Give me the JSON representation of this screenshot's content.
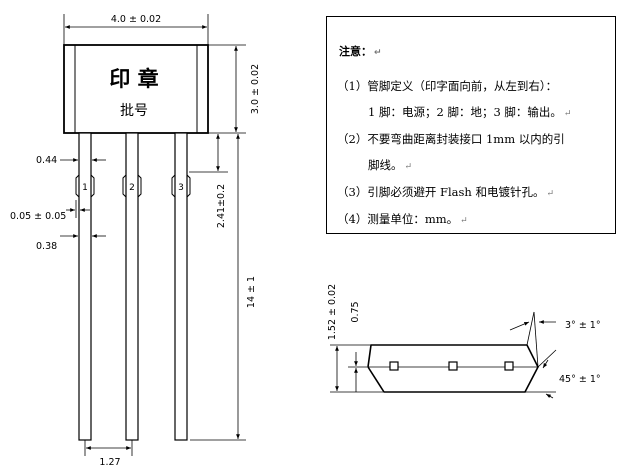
{
  "package_drawing": {
    "dimensions": {
      "body_width": "4.0 ± 0.02",
      "body_height": "3.0 ± 0.02",
      "pin_width": "0.44",
      "pin_offset": "0.05 ± 0.05",
      "pin_thickness": "0.38",
      "bend_zone": "2.41±0.2",
      "lead_length": "14 ± 1",
      "pin_pitch": "1.27"
    },
    "body_marking": {
      "line1": "印 章",
      "line2": "批号"
    },
    "pin_numbers": [
      "1",
      "2",
      "3"
    ]
  },
  "side_view": {
    "dimensions": {
      "total_thickness": "1.52 ± 0.02",
      "chamfer_height": "0.75",
      "top_angle": "3° ± 1°",
      "side_angle": "45° ± 1°"
    }
  },
  "notes": {
    "title": "注意：",
    "items": [
      "（1）管脚定义（印字面向前，从左到右）：",
      "1 脚：电源；2 脚：地；3 脚：输出。",
      "（2）不要弯曲距离封装接口 1mm 以内的引",
      "脚线。",
      "（3）引脚必须避开 Flash 和电镀针孔。",
      "（4）测量单位：mm。"
    ],
    "paragraph_mark": "↵"
  }
}
